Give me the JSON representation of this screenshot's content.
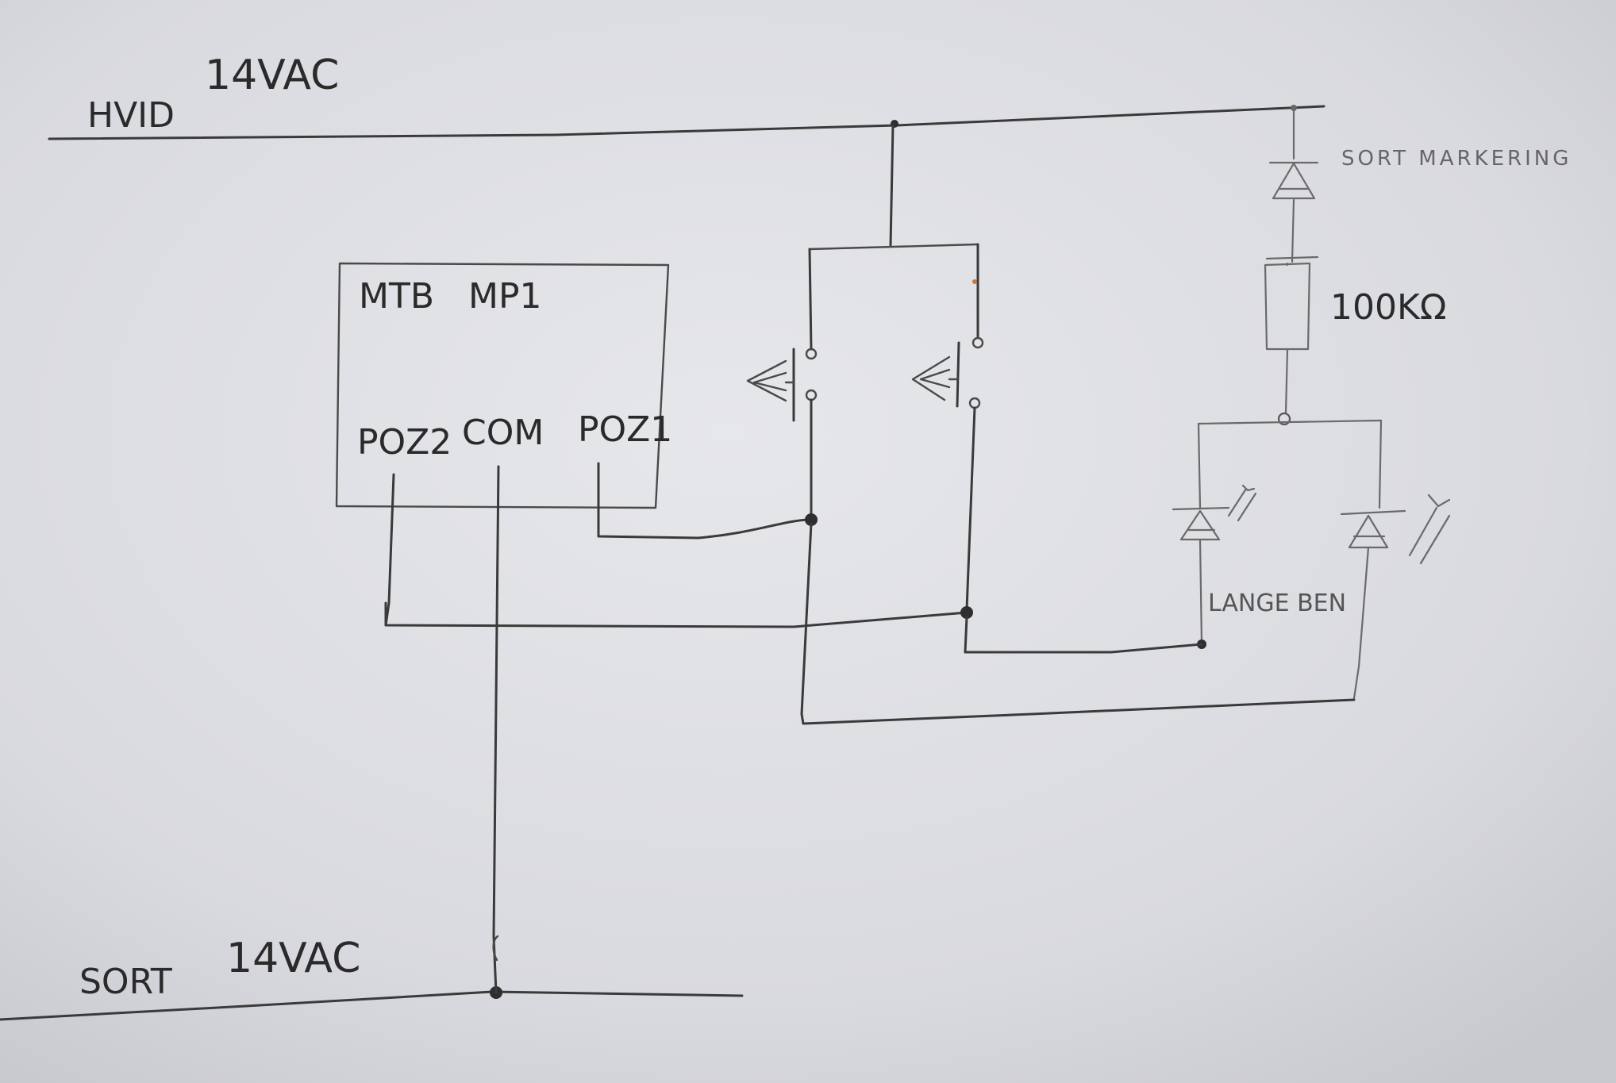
{
  "labels": {
    "top_rail_color": "HVID",
    "top_rail_voltage": "14VAC",
    "bottom_rail_color": "SORT",
    "bottom_rail_voltage": "14VAC",
    "module_name": "MTB",
    "module_model": "MP1",
    "pin_poz2": "POZ2",
    "pin_com": "COM",
    "pin_poz1": "POZ1",
    "marker_led_note": "SORT MARKERING",
    "resistor_value": "100KΩ",
    "led_pair_note": "LANGE BEN"
  }
}
